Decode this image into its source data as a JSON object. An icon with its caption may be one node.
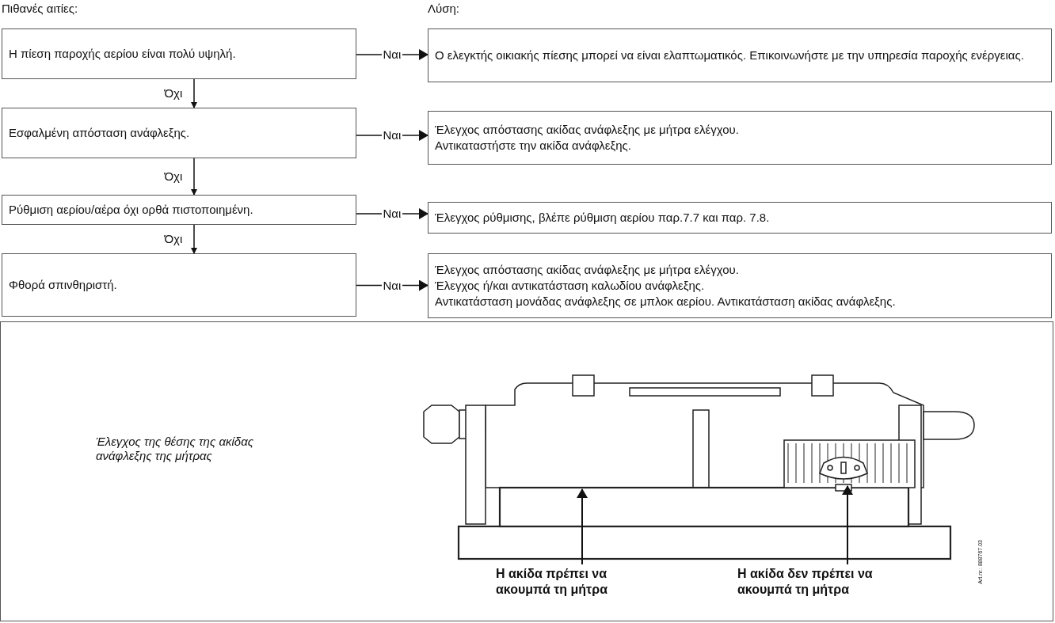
{
  "diagram": {
    "nodes": [
      {
        "text": [
          "Η πίεση παροχής αερίου είναι πολύ υψηλή."
        ]
      },
      {
        "text": [
          "Ο ελεγκτής οικιακής πίεσης μπορεί να είναι ελαπτωματικός. Επικοινωνήστε με την υπηρεσία παροχής ενέργειας."
        ]
      },
      {
        "text": [
          "Εσφαλμένη απόσταση ανάφλεξης."
        ]
      },
      {
        "text": [
          "Έλεγχος απόστασης ακίδας ανάφλεξης με μήτρα ελέγχου.",
          "Αντικαταστήστε την ακίδα ανάφλεξης."
        ]
      },
      {
        "text": [
          "Ρύθμιση αερίου/αέρα όχι ορθά πιστοποιημένη."
        ]
      },
      {
        "text": [
          "Έλεγχος ρύθμισης, βλέπε ρύθμιση αερίου παρ.7.7 και παρ. 7.8."
        ]
      },
      {
        "text": [
          "Φθορά σπινθηριστή."
        ]
      },
      {
        "text": [
          "Έλεγχος απόστασης ακίδας ανάφλεξης με μήτρα ελέγχου.",
          "Έλεγχος ή/και αντικατάσταση καλωδίου ανάφλεξης.",
          "Αντικατάσταση μονάδας ανάφλεξης σε μπλοκ αερίου. Αντικατάσταση ακίδας ανάφλεξης."
        ]
      },
      {
        "text": [
          "Έλεγχος της θέσης της ακίδας ανάφλεξης της μήτρας"
        ]
      },
      {
        "text": [
          "Η ακίδα πρέπει να ακουμπά τη μήτρα"
        ],
        "in": 8
      },
      {
        "text": [
          "Η ακίδα δεν πρέπει να ακουμπά τη μήτρα"
        ],
        "in": 8
      }
    ],
    "edges": [
      {
        "from": 0,
        "to": 1,
        "arrow": "to",
        "label": "Ναι"
      },
      {
        "from": 0,
        "to": 2,
        "arrow": "to",
        "label": "Όχι"
      },
      {
        "from": 2,
        "to": 3,
        "arrow": "to",
        "label": "Ναι"
      },
      {
        "from": 2,
        "to": 4,
        "arrow": "to",
        "label": "Όχι"
      },
      {
        "from": 4,
        "to": 5,
        "arrow": "to",
        "label": "Ναι"
      },
      {
        "from": 4,
        "to": 6,
        "arrow": "to",
        "label": "Όχι"
      },
      {
        "from": 6,
        "to": 7,
        "arrow": "to",
        "label": "Ναι"
      },
      {
        "from": 9,
        "to": null,
        "arrow": "to"
      },
      {
        "from": 10,
        "to": null,
        "arrow": "to"
      }
    ],
    "labels": [
      "Πιθανές αιτίες:",
      "Λύση:",
      "Art.nr.: 888767.03"
    ]
  }
}
